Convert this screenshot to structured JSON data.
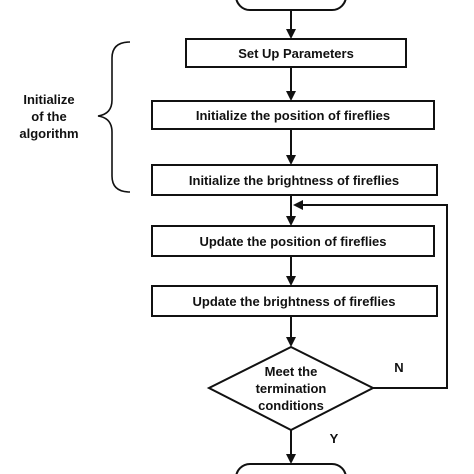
{
  "diagram": {
    "steps": [
      {
        "label": "Set Up Parameters"
      },
      {
        "label": "Initialize the position of fireflies"
      },
      {
        "label": "Initialize the brightness of fireflies"
      },
      {
        "label": "Update the position of fireflies"
      },
      {
        "label": "Update the brightness of fireflies"
      }
    ],
    "decision": {
      "lines": [
        "Meet the",
        "termination",
        "conditions"
      ]
    },
    "group": {
      "lines": [
        "Initialize",
        "of the",
        "algorithm"
      ]
    },
    "edges": {
      "no_label": "N",
      "yes_label": "Y"
    }
  }
}
